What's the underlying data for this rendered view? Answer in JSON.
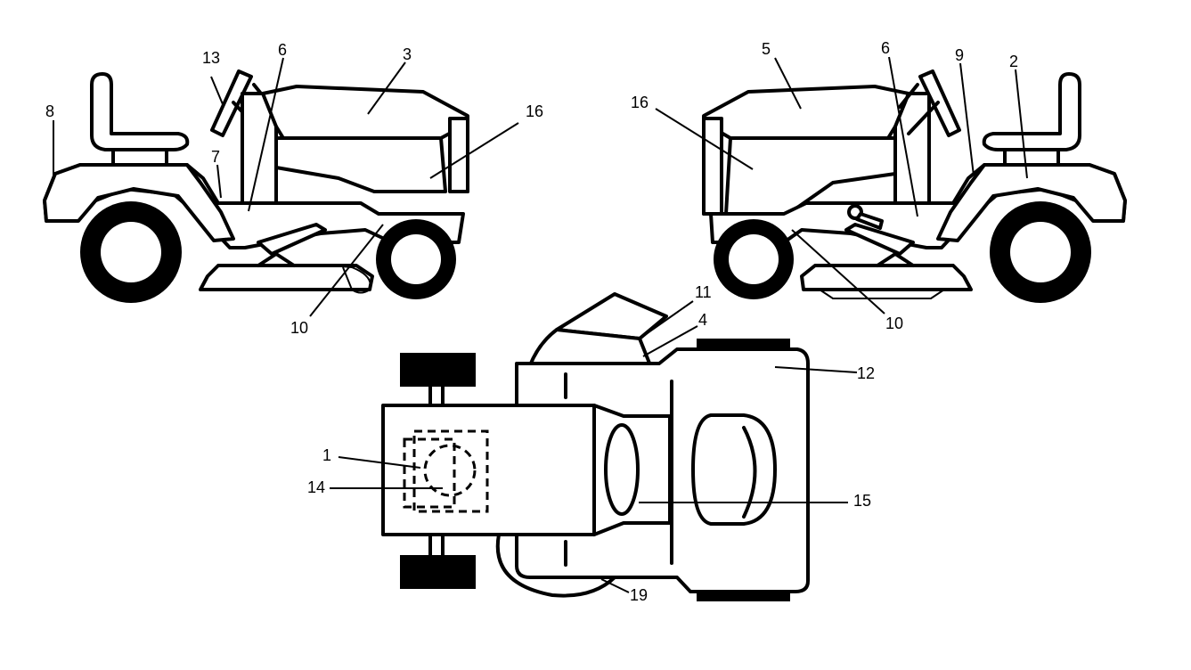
{
  "diagram": {
    "callouts": {
      "left_view": {
        "n8": "8",
        "n13": "13",
        "n6": "6",
        "n3": "3",
        "n16": "16",
        "n7": "7",
        "n10": "10"
      },
      "right_view": {
        "n5": "5",
        "n6": "6",
        "n9": "9",
        "n2": "2",
        "n16": "16",
        "n10": "10"
      },
      "top_view": {
        "n11": "11",
        "n4": "4",
        "n12": "12",
        "n1": "1",
        "n14": "14",
        "n15": "15",
        "n19": "19"
      }
    }
  }
}
